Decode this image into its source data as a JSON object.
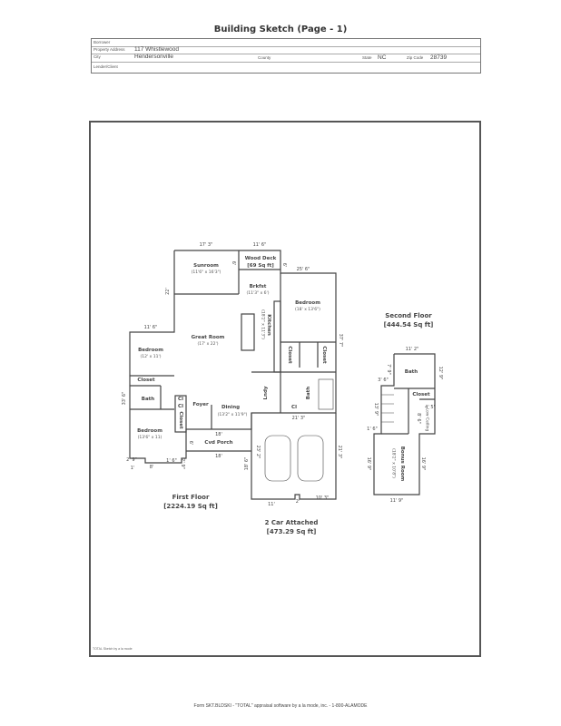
{
  "title": "Building Sketch (Page - 1)",
  "header": {
    "borrower_label": "Borrower",
    "borrower": "",
    "property_address_label": "Property Address",
    "property_address": "117 Whistlewood",
    "city_label": "City",
    "city": "Hendersonville",
    "county_label": "County",
    "county": "",
    "state_label": "State",
    "state": "NC",
    "zip_label": "Zip Code",
    "zip": "28739",
    "lender_label": "Lender/Client",
    "lender": ""
  },
  "first_floor": {
    "rooms": {
      "sunroom": "Sunroom",
      "sunroom_dim": "(11'6\" x 16'3\")",
      "wood_deck": "Wood Deck",
      "wood_deck_area": "[69 Sq ft]",
      "brkfst": "Brkfst",
      "brkfst_dim": "(11'3\" x 6')",
      "bedroom1": "Bedroom",
      "bedroom1_dim": "(18' x 13'6\")",
      "kitchen": "Kitchen",
      "kitchen_dim": "(18'2\" x 11'3\")",
      "great_room": "Great Room",
      "great_room_dim": "(17' x 22')",
      "bedroom2": "Bedroom",
      "bedroom2_dim": "(12' x 11')",
      "closet_a": "Closet",
      "closet_b": "Closet",
      "closet_c": "Closet",
      "closet_d": "Closet",
      "bath_a": "Bath",
      "bath_b": "Bath",
      "lndy": "Lndy",
      "cl_a": "Cl",
      "cl_b": "Cl",
      "cl_c": "Cl",
      "foyer": "Foyer",
      "dining": "Dining",
      "dining_dim": "(13'2\" x 11'9\")",
      "bedroom3": "Bedroom",
      "bedroom3_dim": "(13'6\" x 11)",
      "cvd_porch": "Cvd Porch"
    },
    "dims": {
      "d1": "17' 3\"",
      "d2": "11' 6\"",
      "d3": "25' 6\"",
      "d4": "22'",
      "d5": "11' 6\"",
      "d6": "37' 7\"",
      "d7": "33' 6\"",
      "d8": "6'",
      "d9": "6'",
      "d10": "21' 3\"",
      "d11": "18'",
      "d12": "18'",
      "d13": "6'",
      "d14": "2' 9\"",
      "d15": "1' 6\"",
      "d16": "8'",
      "d17": "2' 9\"",
      "d18": "1'",
      "d19": "18' 6\"",
      "d20": "23' 2\"",
      "d21": "21' 3\"",
      "d22": "11'",
      "d23": "2'",
      "d24": "10' 3\""
    },
    "caption": "First Floor",
    "area": "[2224.19 Sq ft]"
  },
  "garage": {
    "caption": "2 Car Attached",
    "area": "[473.29 Sq ft]"
  },
  "second_floor": {
    "caption": "Second Floor",
    "area": "[444.54 Sq ft]",
    "rooms": {
      "bath": "Bath",
      "closet": "Closet",
      "low_ceiling": "Low Ceiling",
      "bonus": "Bonus Room",
      "bonus_dim": "(18'2\" x 10'8\")"
    },
    "dims": {
      "d1": "11' 2\"",
      "d2": "7' 9\"",
      "d3": "3' 6\"",
      "d4": "12' 9\"",
      "d5": "13' 9\"",
      "d6": "4' 5\"",
      "d7": "8' 6\"",
      "d8": "1' 6\"",
      "d9": "16' 9\"",
      "d10": "16' 9\"",
      "d11": "11' 9\""
    }
  },
  "sketch_credit": "TOTAL Sketch by a la mode",
  "footer": "Form SKT.BLDSKI - \"TOTAL\" appraisal software by a la mode, inc. - 1-800-ALAMODE"
}
